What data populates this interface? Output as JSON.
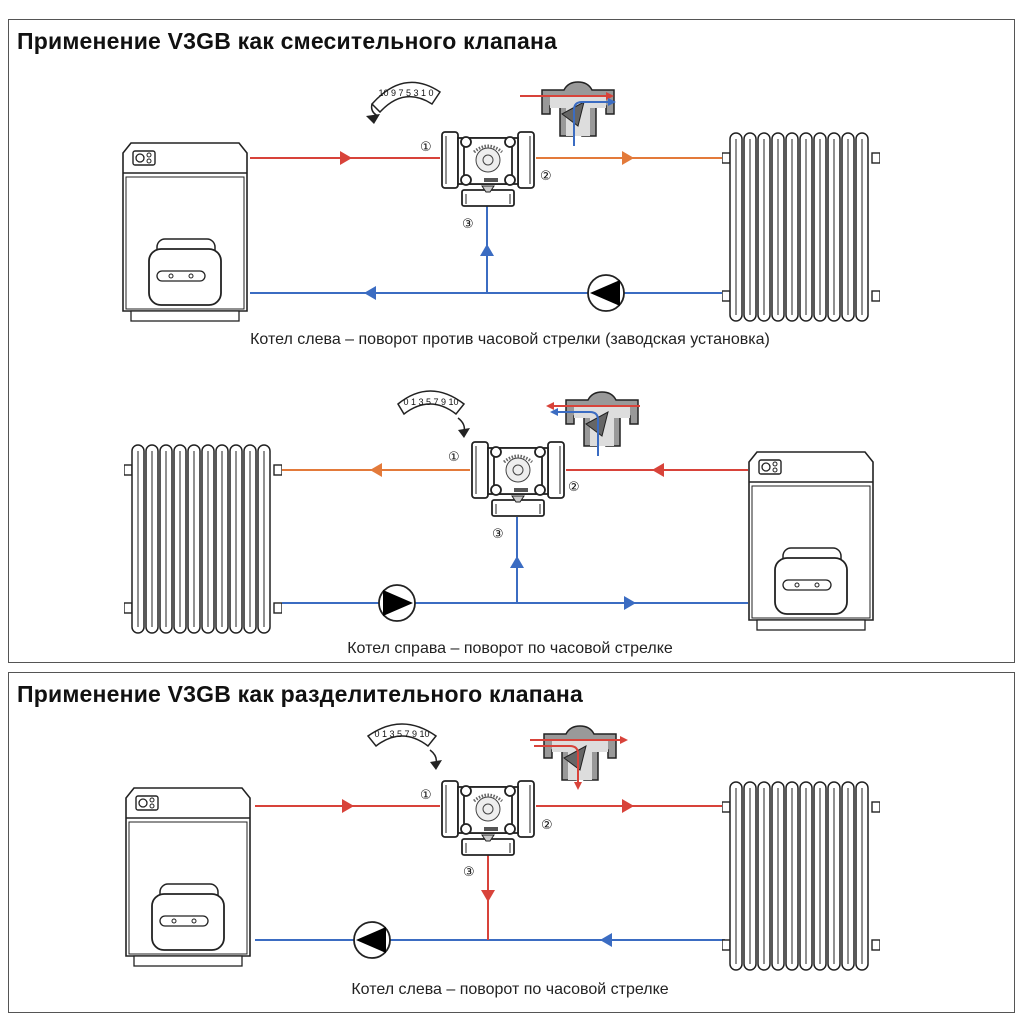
{
  "sections": [
    {
      "title": "Применение V3GB как смесительного клапана",
      "diagrams": [
        {
          "caption": "Котел слева – поворот против часовой стрелки (заводская установка)",
          "dial": "10 9 7 5 3 1 0",
          "rotation": "counterclockwise"
        },
        {
          "caption": "Котел справа – поворот по часовой стрелке",
          "dial": "0 1 3 5 7 9 10",
          "rotation": "clockwise"
        }
      ]
    },
    {
      "title": "Применение V3GB как разделительного клапана",
      "diagrams": [
        {
          "caption": "Котел слева – поворот по часовой стрелке",
          "dial": "0 1 3 5 7 9 10",
          "rotation": "clockwise"
        }
      ]
    }
  ],
  "ports": {
    "p1": "①",
    "p2": "②",
    "p3": "③"
  },
  "colors": {
    "hot": "#d8433a",
    "mixed": "#e37a3a",
    "cold": "#3b6cc2",
    "outline": "#222222"
  },
  "icons": [
    "boiler-icon",
    "radiator-icon",
    "mixing-valve-icon",
    "pump-icon",
    "dial-scale-icon",
    "flow-arrow-icon"
  ]
}
